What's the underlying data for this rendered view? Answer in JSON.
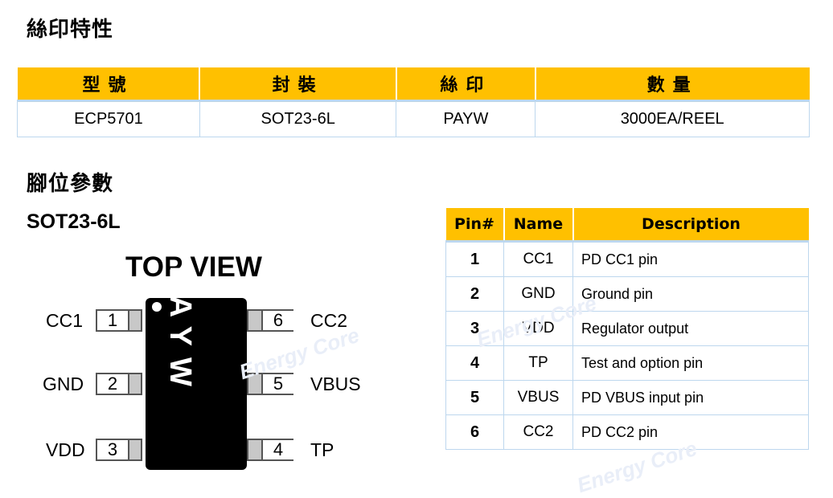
{
  "sections": {
    "marking_title": "絲印特性",
    "pin_title": "腳位參數"
  },
  "marking_table": {
    "headers": [
      "型號",
      "封裝",
      "絲印",
      "數量"
    ],
    "row": [
      "ECP5701",
      "SOT23-6L",
      "PAYW",
      "3000EA/REEL"
    ]
  },
  "package": {
    "name": "SOT23-6L",
    "view_label": "TOP VIEW",
    "chip_marking": "PAYW",
    "left_pins": [
      {
        "number": "1",
        "label": "CC1"
      },
      {
        "number": "2",
        "label": "GND"
      },
      {
        "number": "3",
        "label": "VDD"
      }
    ],
    "right_pins": [
      {
        "number": "6",
        "label": "CC2"
      },
      {
        "number": "5",
        "label": "VBUS"
      },
      {
        "number": "4",
        "label": "TP"
      }
    ]
  },
  "pin_table": {
    "headers": [
      "Pin#",
      "Name",
      "Description"
    ],
    "rows": [
      [
        "1",
        "CC1",
        "PD CC1 pin"
      ],
      [
        "2",
        "GND",
        "Ground pin"
      ],
      [
        "3",
        "VDD",
        "Regulator output"
      ],
      [
        "4",
        "TP",
        "Test and option pin"
      ],
      [
        "5",
        "VBUS",
        "PD VBUS input pin"
      ],
      [
        "6",
        "CC2",
        "PD CC2 pin"
      ]
    ]
  },
  "watermark": "Energy Core",
  "colors": {
    "header_bg": "#FFC000",
    "border": "#BDD7EE"
  }
}
